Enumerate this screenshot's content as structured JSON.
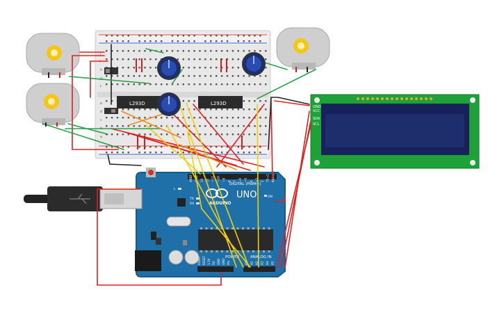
{
  "components": {
    "arduino": {
      "brand": "ARDUINO",
      "model": "UNO",
      "digital_label": "DIGITAL (PWM~)",
      "power_label": "POWER",
      "analog_label": "ANALOG IN",
      "on_label": "ON",
      "l_label": "L",
      "tx_label": "TX",
      "rx_label": "RX",
      "digital_pins": [
        "AREF",
        "GND",
        "13",
        "12",
        "~11",
        "~10",
        "~9",
        "8",
        "7",
        "~6",
        "~5",
        "4",
        "~3",
        "2",
        "TX→1",
        "RX←0"
      ],
      "power_pins": [
        "IOREF",
        "RESET",
        "3.3V",
        "5V",
        "GND",
        "GND",
        "Vin"
      ],
      "analog_pins": [
        "A0",
        "A1",
        "A2",
        "A3",
        "A4",
        "A5"
      ]
    },
    "driver_chips": [
      "L293D",
      "L293D"
    ],
    "lcd": {
      "pins": [
        "GND",
        "VCC",
        "SDA",
        "SCL"
      ]
    },
    "breadboard": {
      "row_labels_top": [
        "j",
        "i",
        "h",
        "g",
        "f"
      ],
      "row_labels_bottom": [
        "e",
        "d",
        "c",
        "b",
        "a"
      ]
    }
  },
  "colors": {
    "board": "#1f6fa8",
    "board_edge": "#175b8c",
    "wire_red": "#e0201f",
    "wire_yellow": "#f2cf0a",
    "wire_green": "#2aa04a",
    "wire_black": "#222222",
    "wire_orange": "#f08a1c",
    "lcd_screen": "#1e2d6b",
    "lcd_board": "#1fa13a",
    "breadboard": "#e9e9e9",
    "motor": "#cfcfcf",
    "gear": "#f5c518"
  }
}
